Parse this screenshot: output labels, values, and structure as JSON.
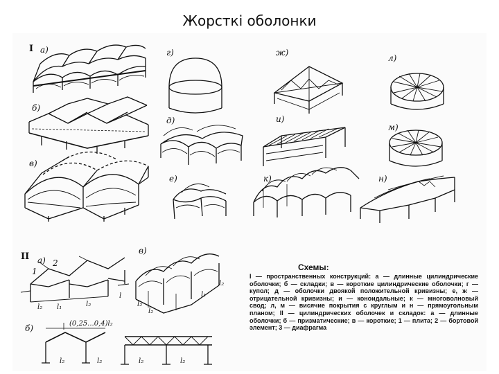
{
  "title": "Жорсткі оболонки",
  "groups": {
    "I": "I",
    "II": "II"
  },
  "labels": {
    "a": "а)",
    "b": "б)",
    "v": "в)",
    "g": "г)",
    "d": "д)",
    "e": "е)",
    "zh": "ж)",
    "i": "и)",
    "k": "к)",
    "l": "л)",
    "m": "м)",
    "n": "н)"
  },
  "labels_II": {
    "a": "а)",
    "v": "в)",
    "b": "б)",
    "one": "1",
    "two": "2"
  },
  "dims": {
    "l": "l",
    "l1": "l₁",
    "l2": "l₂",
    "ratio": "(0,25...0,4)l₂"
  },
  "legend": {
    "heading": "Схемы:",
    "text": "I — пространственных конструкций: а — длинные цилиндрические оболочки; б — складки; в — короткие цилиндрические оболочки; г — купол; д — оболочки двоякой положительной кривизны; е, ж — отрицательной кривизны; и — коноидальные; к — многоволновый свод; л, м — висячие покрытия с круглым и н — прямоугольным планом; II — цилиндрических оболочек и складок: а — длинные оболочки; б — призматические; в — короткие; 1 — плита; 2 — бортовой элемент; 3 — диафрагма"
  }
}
